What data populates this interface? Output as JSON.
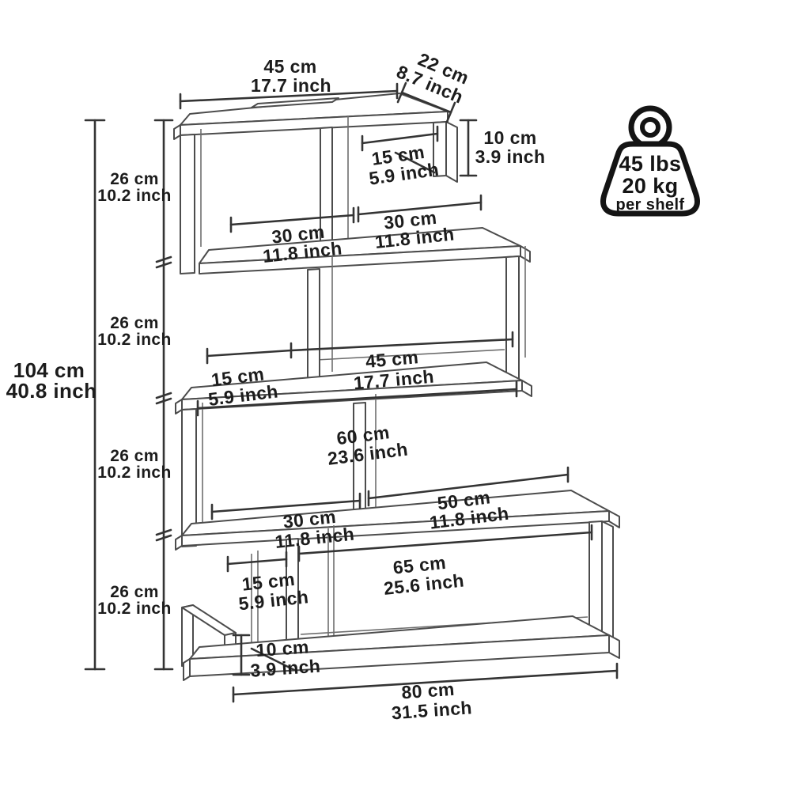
{
  "colors": {
    "background": "#ffffff",
    "structure_line": "#4c4c4c",
    "dimension_line": "#343434",
    "text": "#1c1c1c",
    "badge": "#141414"
  },
  "badge": {
    "weight_lbs": "45 lbs",
    "weight_kg": "20 kg",
    "note": "per shelf"
  },
  "dims": {
    "top_w": {
      "cm": "45 cm",
      "inch": "17.7 inch"
    },
    "depth": {
      "cm": "22 cm",
      "inch": "8.7 inch"
    },
    "drop_right": {
      "cm": "10 cm",
      "inch": "3.9 inch"
    },
    "t1_gap": {
      "cm": "15 cm",
      "inch": "5.9 inch"
    },
    "t1_left": {
      "cm": "30 cm",
      "inch": "11.8 inch"
    },
    "t1_right": {
      "cm": "30 cm",
      "inch": "11.8 inch"
    },
    "total_h": {
      "cm": "104 cm",
      "inch": "40.8 inch"
    },
    "tier_h1": {
      "cm": "26 cm",
      "inch": "10.2 inch"
    },
    "tier_h2": {
      "cm": "26 cm",
      "inch": "10.2 inch"
    },
    "tier_h3": {
      "cm": "26 cm",
      "inch": "10.2 inch"
    },
    "tier_h4": {
      "cm": "26 cm",
      "inch": "10.2 inch"
    },
    "t2_gap": {
      "cm": "15 cm",
      "inch": "5.9 inch"
    },
    "t2_w": {
      "cm": "45 cm",
      "inch": "17.7 inch"
    },
    "t3_w": {
      "cm": "60 cm",
      "inch": "23.6 inch"
    },
    "t3_left": {
      "cm": "30 cm",
      "inch": "11.8 inch"
    },
    "t3_right": {
      "cm": "50 cm",
      "inch": "11.8 inch"
    },
    "t4_w": {
      "cm": "65 cm",
      "inch": "25.6 inch"
    },
    "t4_gap": {
      "cm": "15 cm",
      "inch": "5.9 inch"
    },
    "base_h": {
      "cm": "10 cm",
      "inch": "3.9 inch"
    },
    "bottom_w": {
      "cm": "80 cm",
      "inch": "31.5 inch"
    }
  }
}
